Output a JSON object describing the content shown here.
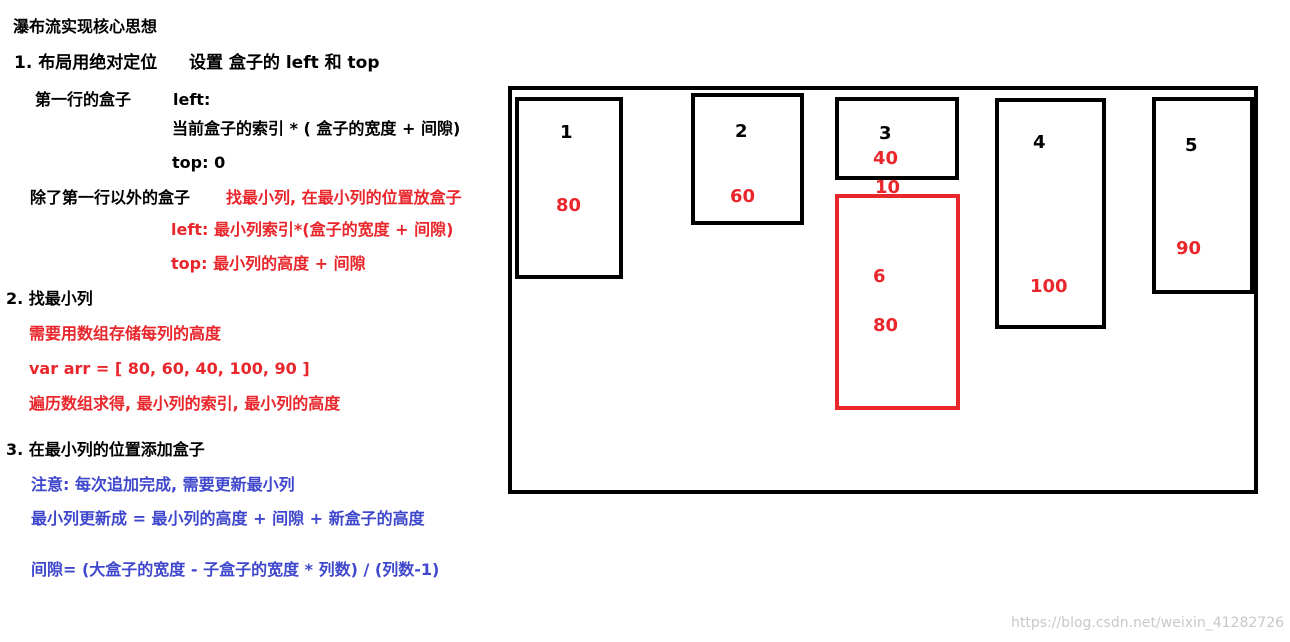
{
  "title": "瀑布流实现核心思想",
  "step1": {
    "heading": "1. 布局用绝对定位",
    "heading_note": "设置 盒子的 left 和 top",
    "first_row_label": "第一行的盒子",
    "first_row_left": "left:",
    "first_row_left_formula": "当前盒子的索引 * ( 盒子的宽度 + 间隙)",
    "first_row_top": "top: 0",
    "other_rows_label": "除了第一行以外的盒子",
    "other_rows_note": "找最小列, 在最小列的位置放盒子",
    "other_rows_left": "left: 最小列索引*(盒子的宽度 + 间隙)",
    "other_rows_top": "top: 最小列的高度 + 间隙"
  },
  "step2": {
    "heading": "2. 找最小列",
    "line1": "需要用数组存储每列的高度",
    "line2": "var arr = [ 80, 60, 40, 100, 90 ]",
    "line3": "遍历数组求得, 最小列的索引, 最小列的高度"
  },
  "step3": {
    "heading": "3. 在最小列的位置添加盒子",
    "note": "注意: 每次追加完成, 需要更新最小列",
    "update": "最小列更新成 = 最小列的高度 + 间隙 + 新盒子的高度",
    "gap_formula": "间隙= (大盒子的宽度 - 子盒子的宽度 * 列数) / (列数-1)"
  },
  "diagram": {
    "boxes": [
      {
        "index": "1",
        "height": "80"
      },
      {
        "index": "2",
        "height": "60"
      },
      {
        "index": "3",
        "height": "40"
      },
      {
        "index": "4",
        "height": "100"
      },
      {
        "index": "5",
        "height": "90"
      },
      {
        "index": "6",
        "height": "80"
      }
    ],
    "gap_label": "10",
    "colors": {
      "box_border": "#000000",
      "new_box_border": "#e8262b",
      "red_text": "#e8262b",
      "blue_text": "#3f48cc"
    }
  },
  "watermark": "https://blog.csdn.net/weixin_41282726"
}
